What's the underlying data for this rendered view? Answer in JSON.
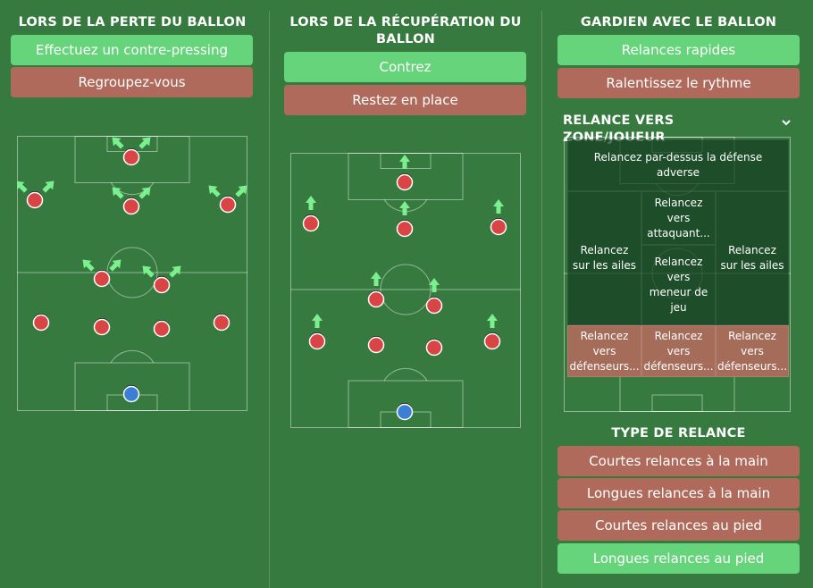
{
  "col1": {
    "title": "LORS DE LA PERTE DU BALLON",
    "buttons": [
      {
        "label": "Effectuez un contre-pressing",
        "state": "on"
      },
      {
        "label": "Regroupez-vous",
        "state": "off"
      }
    ]
  },
  "col2": {
    "title": "LORS DE LA RÉCUPÉRATION DU BALLON",
    "buttons": [
      {
        "label": "Contrez",
        "state": "on"
      },
      {
        "label": "Restez en place",
        "state": "off"
      }
    ]
  },
  "col3": {
    "title": "GARDIEN AVEC LE BALLON",
    "buttons": [
      {
        "label": "Relances rapides",
        "state": "on"
      },
      {
        "label": "Ralentissez le rythme",
        "state": "off"
      }
    ],
    "distribution_title": "RELANCE VERS ZONE/JOUEUR",
    "zones": {
      "top": "Relancez par-dessus la défense adverse",
      "left_wing": "Relancez sur les ailes",
      "right_wing": "Relancez sur les ailes",
      "striker": "Relancez vers attaquant...",
      "playmaker": "Relancez vers meneur de jeu",
      "def_left": "Relancez vers défenseurs...",
      "def_center": "Relancez vers défenseurs...",
      "def_right": "Relancez vers défenseurs..."
    },
    "type_title": "TYPE DE RELANCE",
    "type_buttons": [
      {
        "label": "Courtes relances à la main",
        "state": "off"
      },
      {
        "label": "Longues relances à la main",
        "state": "off"
      },
      {
        "label": "Courtes relances au pied",
        "state": "off"
      },
      {
        "label": "Longues relances au pied",
        "state": "on"
      }
    ]
  },
  "colors": {
    "background": "#377a40",
    "active": "#66d47a",
    "inactive": "#b06a5c",
    "player": "#d94545",
    "goalkeeper": "#3a7fd4",
    "arrow": "#7cf08e"
  },
  "icons": {
    "chevron": "chevron-down-icon"
  }
}
